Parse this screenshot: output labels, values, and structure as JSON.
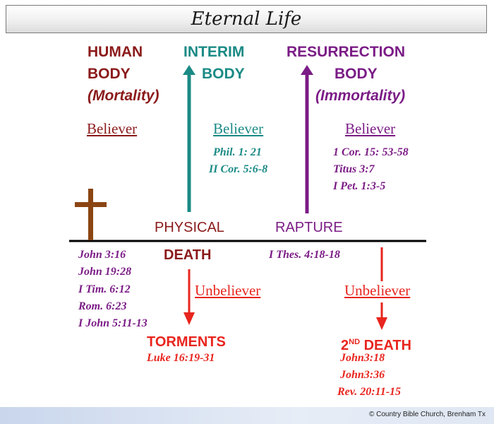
{
  "title": "Eternal Life",
  "columns": {
    "human": {
      "line1": "HUMAN",
      "line2": "BODY",
      "line3": "(Mortality)"
    },
    "interim": {
      "line1": "INTERIM",
      "line2": "BODY"
    },
    "resurrection": {
      "line1": "RESURRECTION",
      "line2": "BODY",
      "line3": "(Immortality)"
    }
  },
  "believer_labels": {
    "human": "Believer",
    "interim": "Believer",
    "resurrection": "Believer"
  },
  "interim_refs": [
    "Phil. 1: 21",
    "II Cor. 5:6-8"
  ],
  "resurrection_refs": [
    "1 Cor. 15: 53-58",
    "Titus 3:7",
    "I Pet. 1:3-5"
  ],
  "timeline": {
    "physical": "PHYSICAL",
    "death": "DEATH",
    "rapture": "RAPTURE"
  },
  "rapture_ref": "I Thes. 4:18-18",
  "left_refs": [
    "John 3:16",
    "John 19:28",
    "I Tim. 6:12",
    "Rom. 6:23",
    "I John 5:11-13"
  ],
  "unbeliever_labels": {
    "torments": "Unbeliever",
    "second_death": "Unbeliever"
  },
  "torments": {
    "label": "TORMENTS",
    "ref": "Luke 16:19-31"
  },
  "second_death": {
    "prefix": "2",
    "superscript": "ND",
    "word": "DEATH",
    "refs": [
      "John3:18",
      "John3:36",
      "Rev. 20:11-15"
    ]
  },
  "footer": "© Country Bible Church, Brenham Tx",
  "colors": {
    "maroon": "#8b1a1a",
    "teal": "#1a8a85",
    "purple": "#7b1c86",
    "red": "#e8251e",
    "cross": "#8b4513",
    "line": "#000000"
  }
}
